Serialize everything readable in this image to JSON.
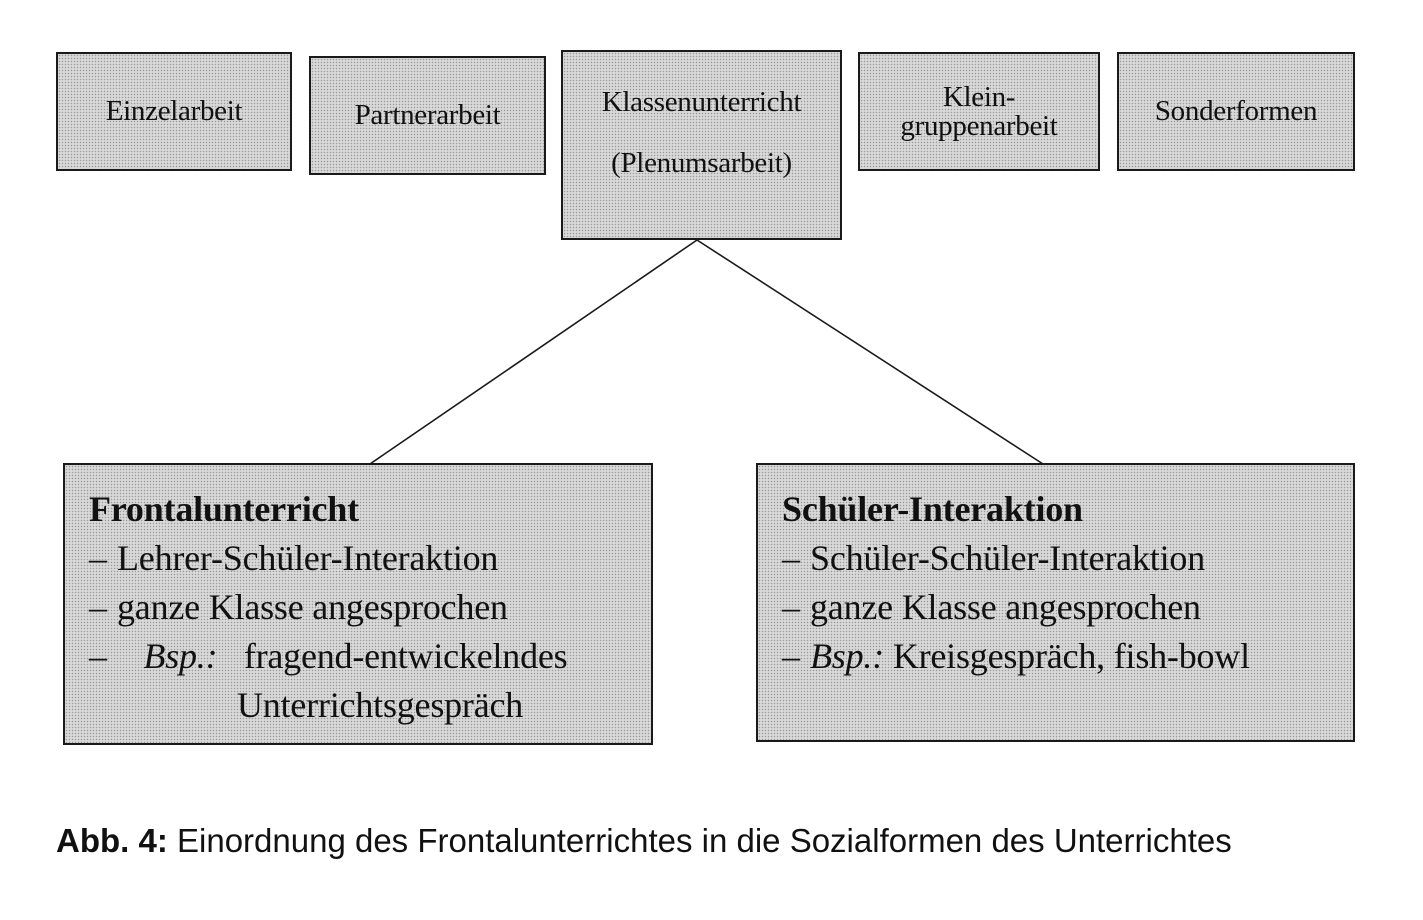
{
  "top_boxes": {
    "einzelarbeit": "Einzelarbeit",
    "partnerarbeit": "Partnerarbeit",
    "klassenunterricht_line1": "Klassenunterricht",
    "klassenunterricht_line2": "(Plenumsarbeit)",
    "kleingruppen_line1": "Klein-",
    "kleingruppen_line2": "gruppenarbeit",
    "sonderformen": "Sonderformen"
  },
  "frontal": {
    "heading": "Frontalunterricht",
    "items": [
      "Lehrer-Schüler-Interaktion",
      "ganze Klasse angesprochen"
    ],
    "example_label": "Bsp.:",
    "example_line1": "fragend-entwickelndes",
    "example_line2": "Unterrichtsgespräch",
    "dash": "–"
  },
  "schueler": {
    "heading": "Schüler-Interaktion",
    "items": [
      "Schüler-Schüler-Interaktion",
      "ganze Klasse angesprochen"
    ],
    "example_label": "Bsp.:",
    "example_text": "Kreisgespräch, fish-bowl",
    "dash": "–"
  },
  "caption": {
    "label": "Abb. 4:",
    "text": "Einordnung des Frontalunterrichtes in die Sozialformen des Unterrichtes"
  }
}
